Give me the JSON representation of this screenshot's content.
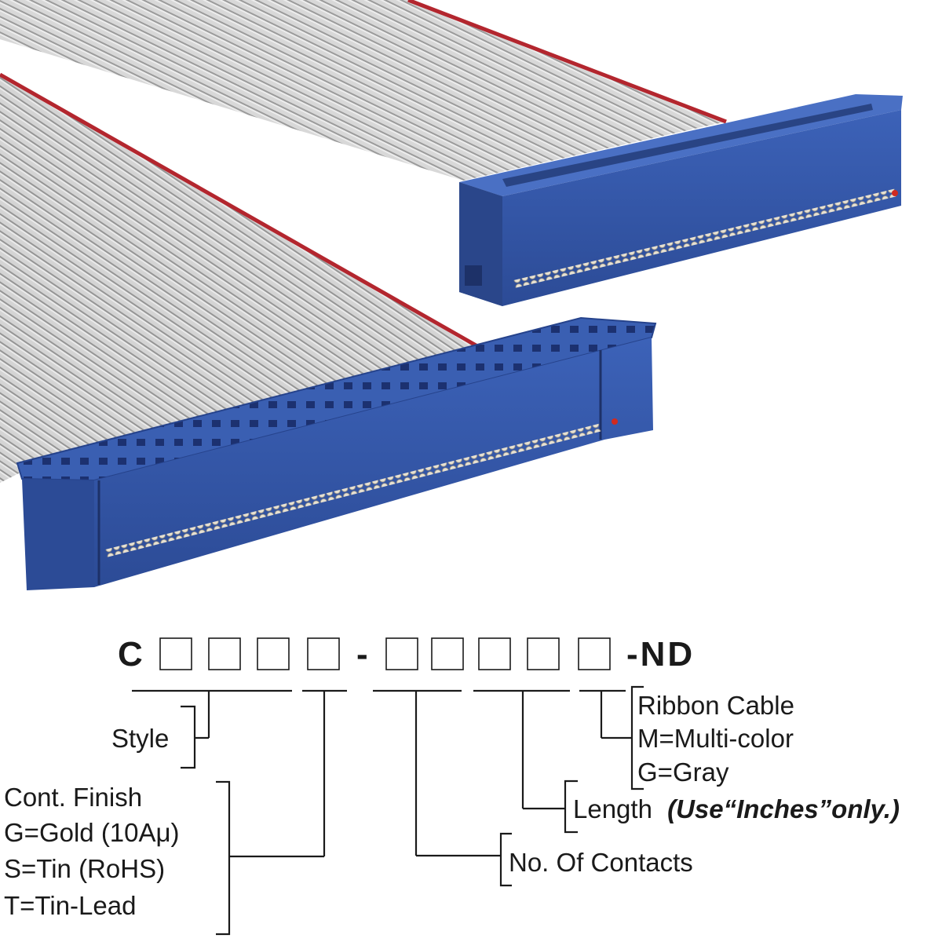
{
  "colors": {
    "connector_blue": "#3557a8",
    "cable_gray": "#c9c9c9",
    "stripe_red": "#b3262e",
    "text": "#1a1a1a"
  },
  "part_number": {
    "prefix": "C",
    "separator": "-",
    "suffix": "-ND"
  },
  "fields": {
    "style": {
      "label": "Style"
    },
    "cont_finish": {
      "title": "Cont. Finish",
      "options": [
        "G=Gold (10Aμ)",
        "S=Tin (RoHS)",
        "T=Tin-Lead"
      ]
    },
    "contacts": {
      "label": "No. Of Contacts"
    },
    "length": {
      "label": "Length",
      "note": "(Use“Inches”only.)"
    },
    "ribbon_cable": {
      "title": "Ribbon Cable",
      "options": [
        "M=Multi-color",
        "G=Gray"
      ]
    }
  }
}
